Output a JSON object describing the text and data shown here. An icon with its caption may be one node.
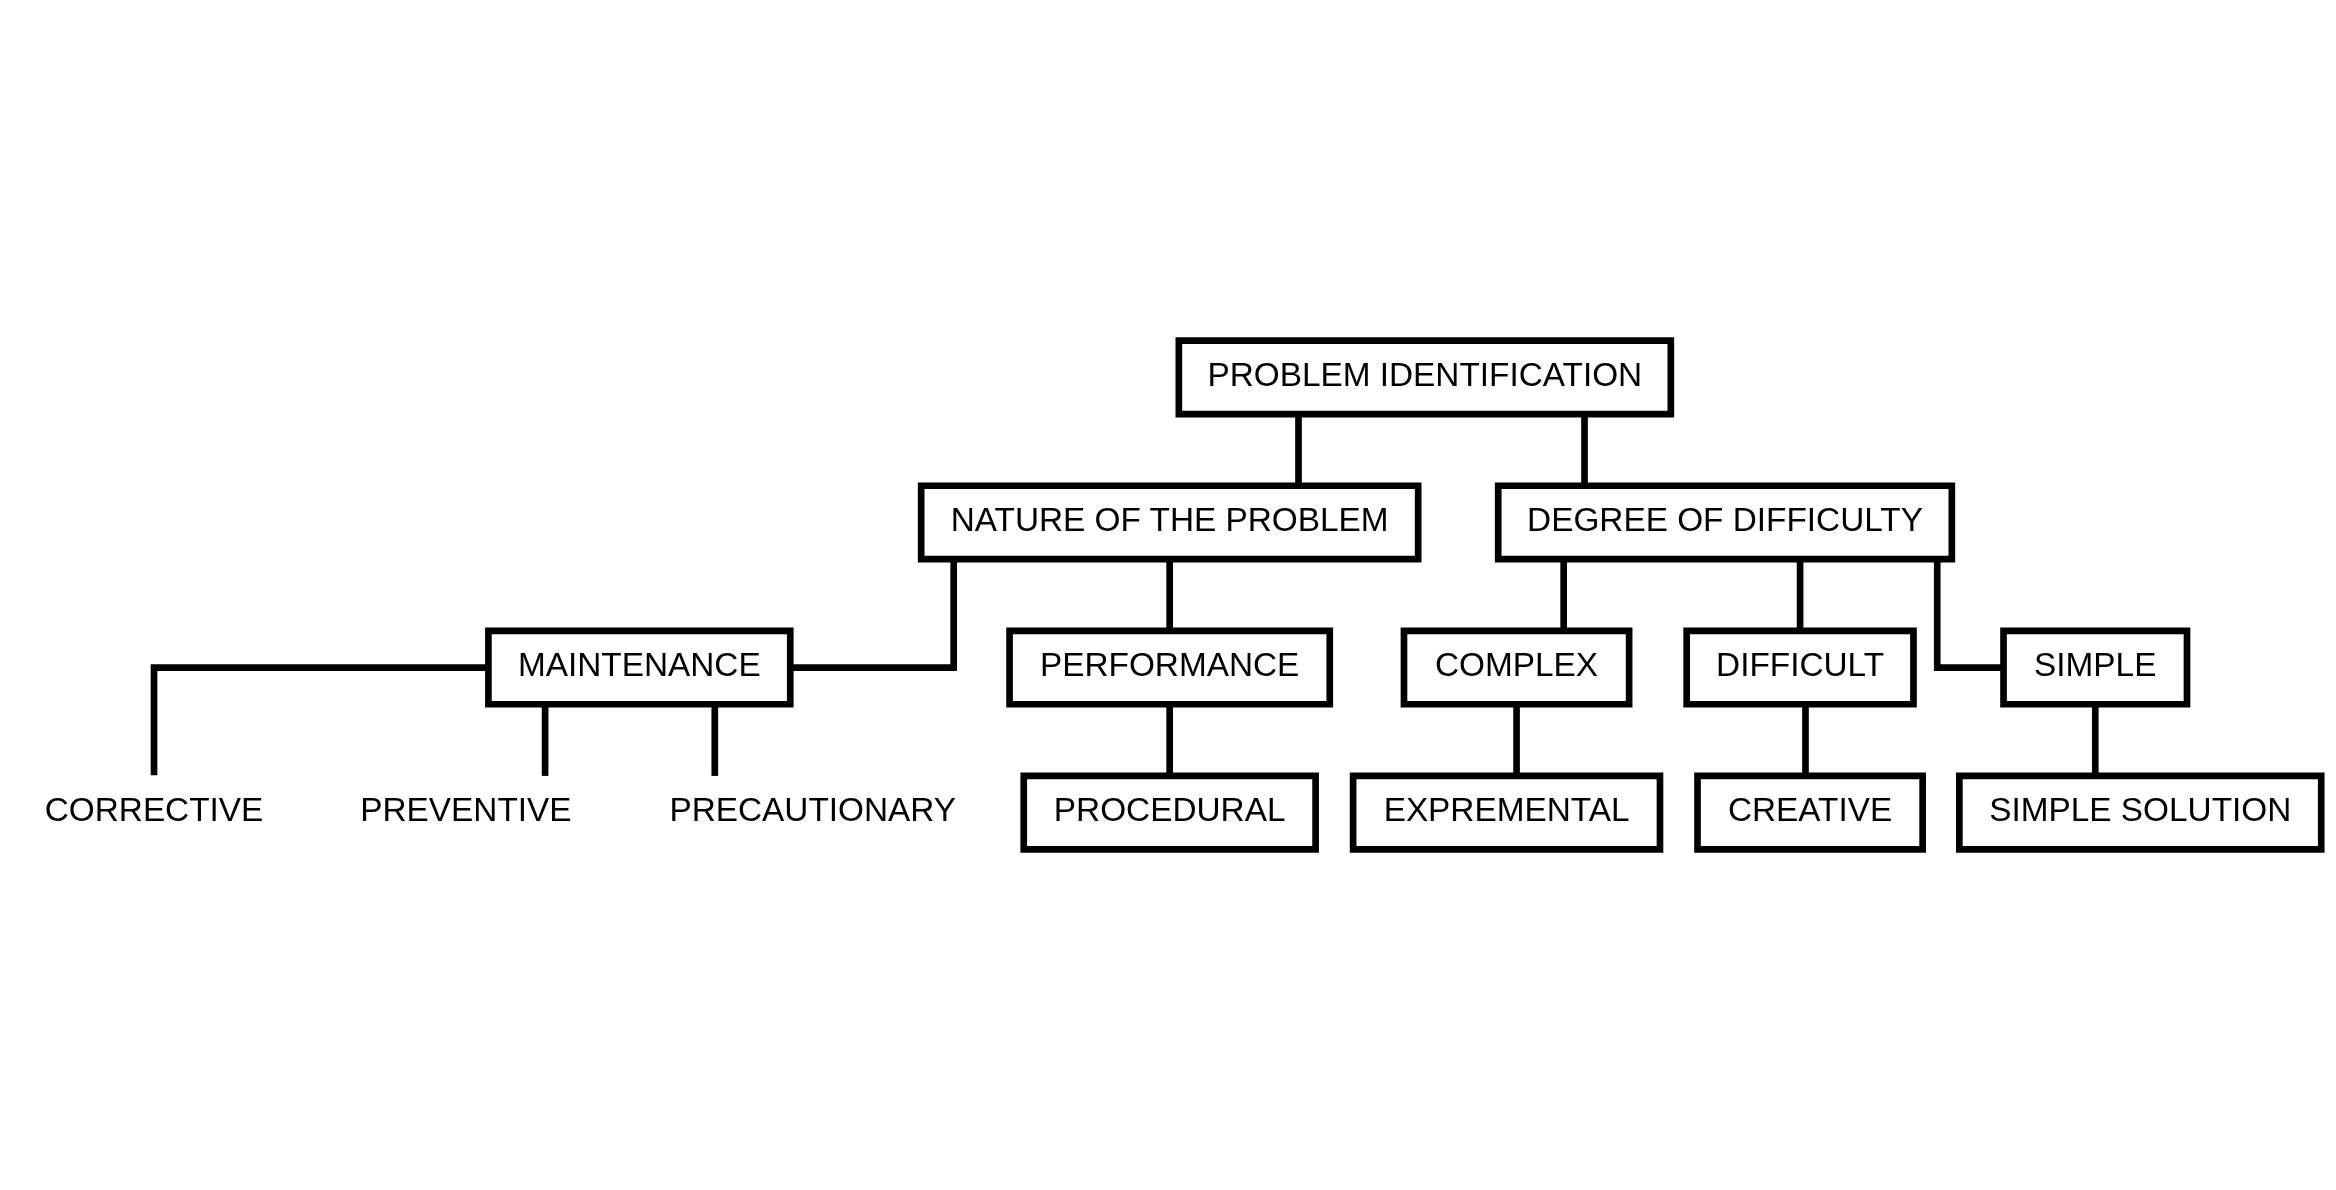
{
  "diagram": {
    "nodes": [
      {
        "text": [
          "PROBLEM IDENTIFICATION"
        ]
      },
      {
        "text": [
          "NATURE OF THE PROBLEM"
        ]
      },
      {
        "text": [
          "DEGREE OF DIFFICULTY"
        ]
      },
      {
        "text": [
          "MAINTENANCE"
        ]
      },
      {
        "text": [
          "PERFORMANCE"
        ]
      },
      {
        "text": [
          "COMPLEX"
        ]
      },
      {
        "text": [
          "DIFFICULT"
        ]
      },
      {
        "text": [
          "SIMPLE"
        ]
      },
      {
        "text": [
          "CORRECTIVE"
        ]
      },
      {
        "text": [
          "PREVENTIVE"
        ]
      },
      {
        "text": [
          "PRECAUTIONARY"
        ]
      },
      {
        "text": [
          "PROCEDURAL"
        ]
      },
      {
        "text": [
          "EXPREMENTAL"
        ]
      },
      {
        "text": [
          "CREATIVE"
        ]
      },
      {
        "text": [
          "SIMPLE SOLUTION"
        ]
      }
    ],
    "edges": [
      {
        "from": 0,
        "to": 1,
        "arrow": "none"
      },
      {
        "from": 0,
        "to": 2,
        "arrow": "none"
      },
      {
        "from": 1,
        "to": 3,
        "arrow": "none"
      },
      {
        "from": 1,
        "to": 4,
        "arrow": "none"
      },
      {
        "from": 2,
        "to": 5,
        "arrow": "none"
      },
      {
        "from": 2,
        "to": 6,
        "arrow": "none"
      },
      {
        "from": 2,
        "to": 7,
        "arrow": "none"
      },
      {
        "from": 3,
        "to": 8,
        "arrow": "none"
      },
      {
        "from": 3,
        "to": 9,
        "arrow": "none"
      },
      {
        "from": 3,
        "to": 10,
        "arrow": "none"
      },
      {
        "from": 4,
        "to": 11,
        "arrow": "none"
      },
      {
        "from": 5,
        "to": 12,
        "arrow": "none"
      },
      {
        "from": 6,
        "to": 13,
        "arrow": "none"
      },
      {
        "from": 7,
        "to": 14,
        "arrow": "none"
      }
    ]
  }
}
